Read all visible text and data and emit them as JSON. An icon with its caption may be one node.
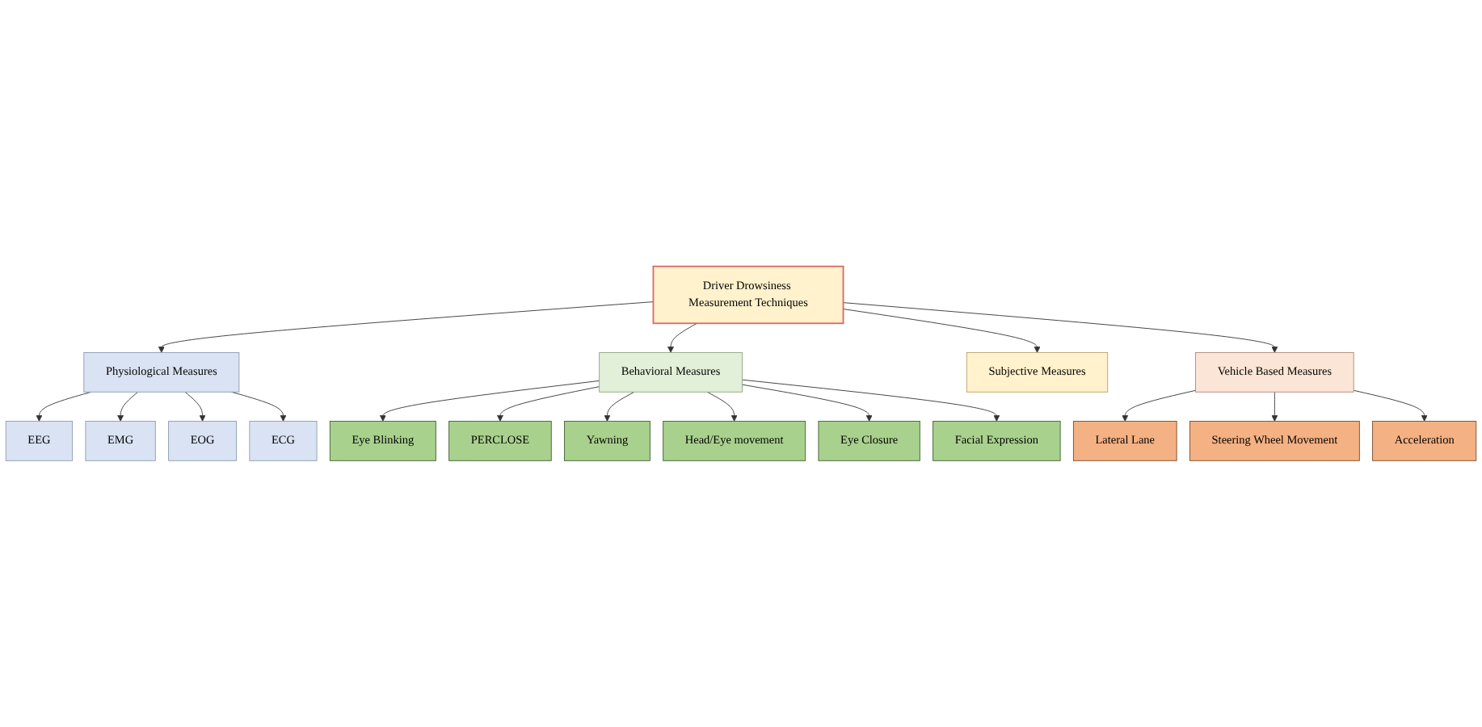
{
  "diagram": {
    "nodes": [
      {
        "text": [
          "Driver Drowsiness Measurement Techniques"
        ]
      },
      {
        "text": [
          "Physiological Measures"
        ]
      },
      {
        "text": [
          "Behavioral Measures"
        ]
      },
      {
        "text": [
          "Subjective Measures"
        ]
      },
      {
        "text": [
          "Vehicle Based Measures"
        ]
      },
      {
        "text": [
          "EEG"
        ]
      },
      {
        "text": [
          "EMG"
        ]
      },
      {
        "text": [
          "EOG"
        ]
      },
      {
        "text": [
          "ECG"
        ]
      },
      {
        "text": [
          "Eye Blinking"
        ]
      },
      {
        "text": [
          "PERCLOSE"
        ]
      },
      {
        "text": [
          "Yawning"
        ]
      },
      {
        "text": [
          "Head/Eye movement"
        ]
      },
      {
        "text": [
          "Eye Closure"
        ]
      },
      {
        "text": [
          "Facial Expression"
        ]
      },
      {
        "text": [
          "Lateral Lane"
        ]
      },
      {
        "text": [
          "Steering Wheel Movement"
        ]
      },
      {
        "text": [
          "Acceleration"
        ]
      }
    ],
    "edges": [
      {
        "from": 0,
        "to": 1,
        "arrow": "to"
      },
      {
        "from": 0,
        "to": 2,
        "arrow": "to"
      },
      {
        "from": 0,
        "to": 3,
        "arrow": "to"
      },
      {
        "from": 0,
        "to": 4,
        "arrow": "to"
      },
      {
        "from": 1,
        "to": 5,
        "arrow": "to"
      },
      {
        "from": 1,
        "to": 6,
        "arrow": "to"
      },
      {
        "from": 1,
        "to": 7,
        "arrow": "to"
      },
      {
        "from": 1,
        "to": 8,
        "arrow": "to"
      },
      {
        "from": 2,
        "to": 9,
        "arrow": "to"
      },
      {
        "from": 2,
        "to": 10,
        "arrow": "to"
      },
      {
        "from": 2,
        "to": 11,
        "arrow": "to"
      },
      {
        "from": 2,
        "to": 12,
        "arrow": "to"
      },
      {
        "from": 2,
        "to": 13,
        "arrow": "to"
      },
      {
        "from": 2,
        "to": 14,
        "arrow": "to"
      },
      {
        "from": 4,
        "to": 15,
        "arrow": "to"
      },
      {
        "from": 4,
        "to": 16,
        "arrow": "to"
      },
      {
        "from": 4,
        "to": 17,
        "arrow": "to"
      }
    ]
  }
}
